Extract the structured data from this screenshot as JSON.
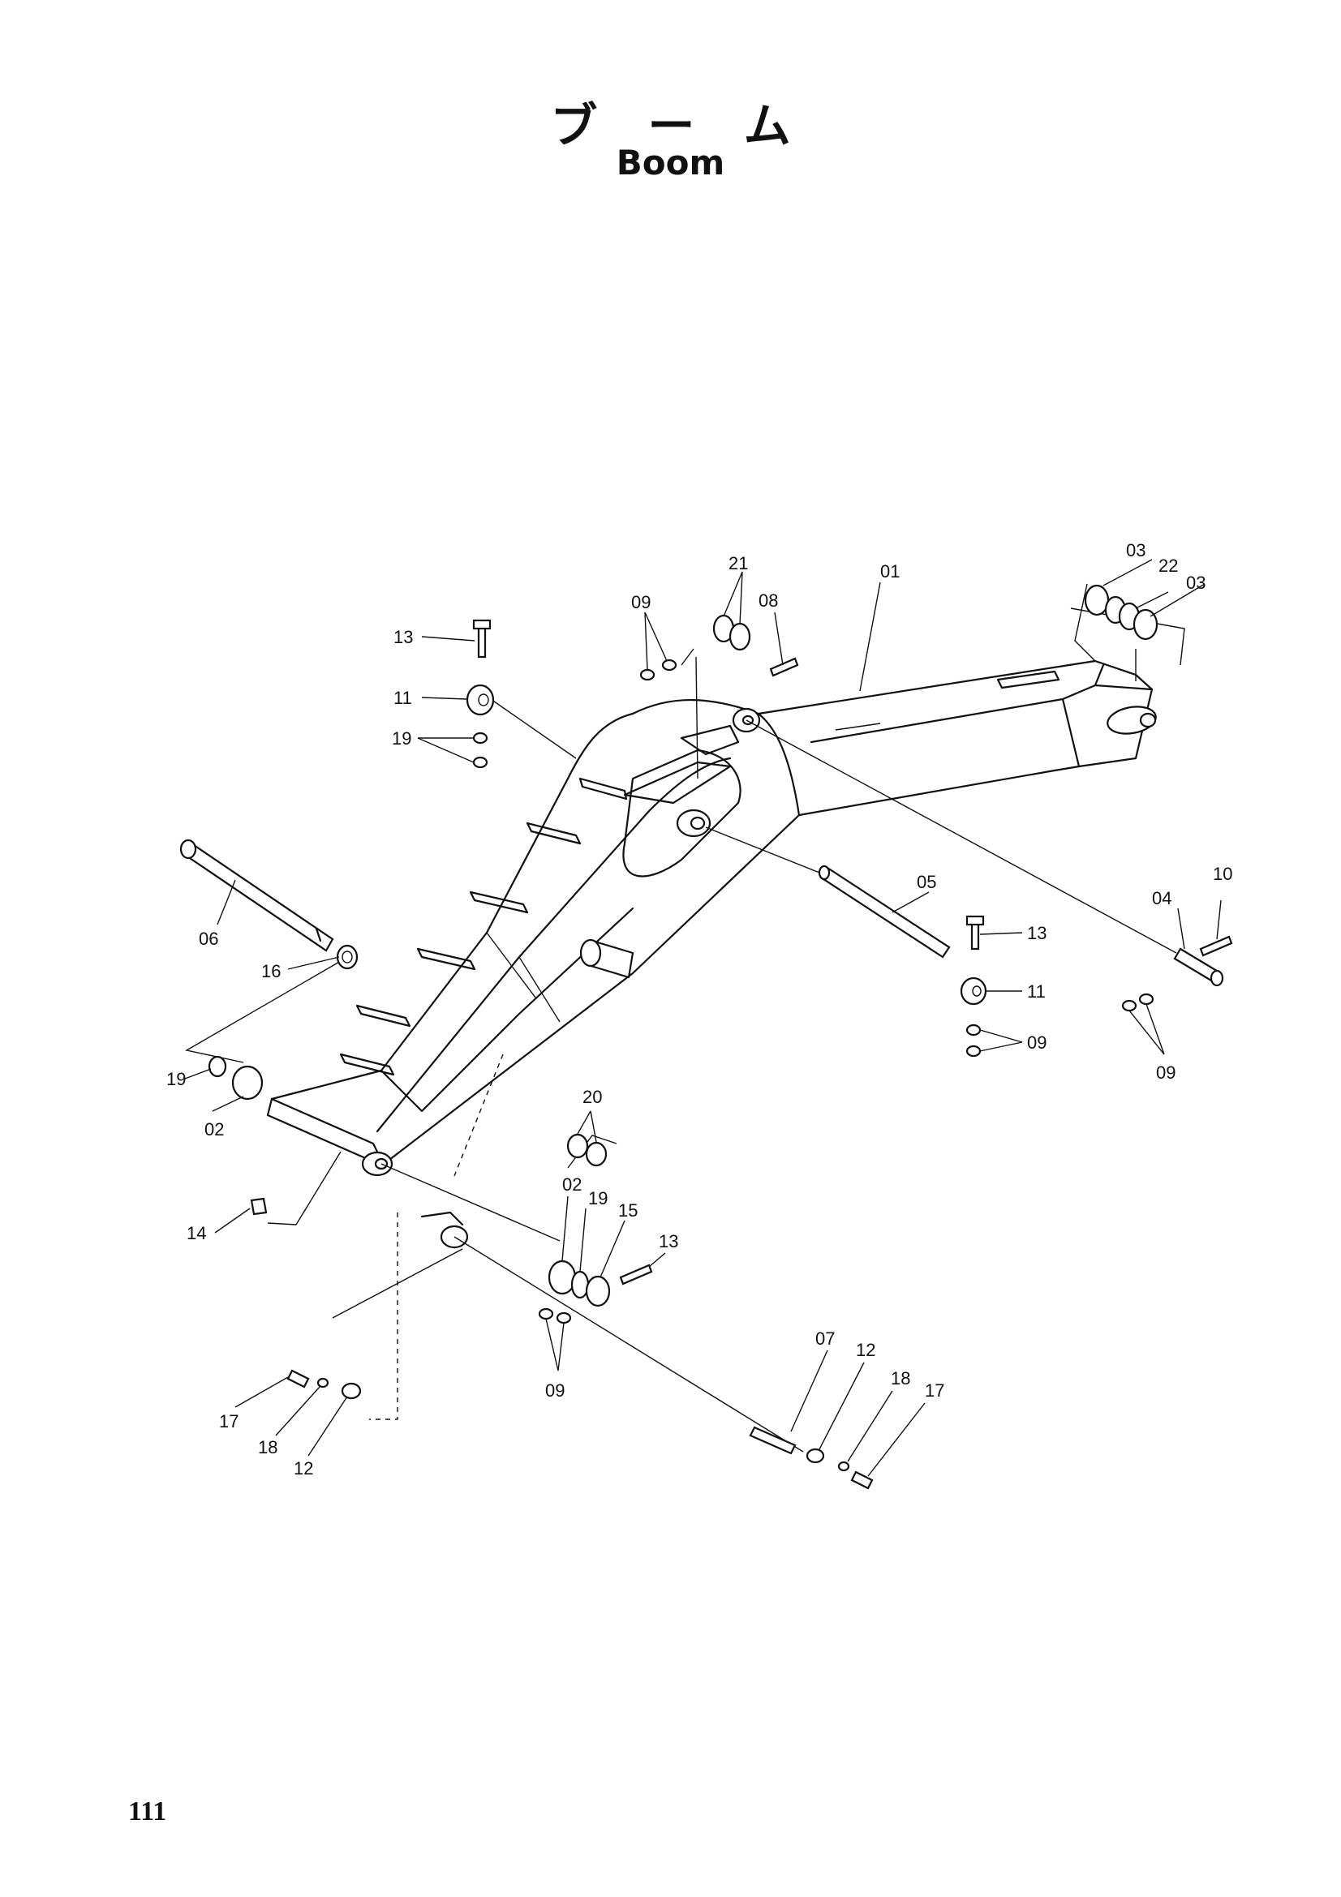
{
  "title": {
    "japanese": "ブーム",
    "english": "Boom"
  },
  "page_number": "111",
  "callouts": [
    {
      "id": "c-01a",
      "text": "01"
    },
    {
      "id": "c-03a",
      "text": "03"
    },
    {
      "id": "c-22",
      "text": "22"
    },
    {
      "id": "c-03b",
      "text": "03"
    },
    {
      "id": "c-21",
      "text": "21"
    },
    {
      "id": "c-09a",
      "text": "09"
    },
    {
      "id": "c-08",
      "text": "08"
    },
    {
      "id": "c-13a",
      "text": "13"
    },
    {
      "id": "c-11a",
      "text": "11"
    },
    {
      "id": "c-19a",
      "text": "19"
    },
    {
      "id": "c-06",
      "text": "06"
    },
    {
      "id": "c-16",
      "text": "16"
    },
    {
      "id": "c-05",
      "text": "05"
    },
    {
      "id": "c-10",
      "text": "10"
    },
    {
      "id": "c-04",
      "text": "04"
    },
    {
      "id": "c-13b",
      "text": "13"
    },
    {
      "id": "c-11b",
      "text": "11"
    },
    {
      "id": "c-09b",
      "text": "09"
    },
    {
      "id": "c-09c",
      "text": "09"
    },
    {
      "id": "c-19b",
      "text": "19"
    },
    {
      "id": "c-02a",
      "text": "02"
    },
    {
      "id": "c-20",
      "text": "20"
    },
    {
      "id": "c-02b",
      "text": "02"
    },
    {
      "id": "c-19c",
      "text": "19"
    },
    {
      "id": "c-15",
      "text": "15"
    },
    {
      "id": "c-13c",
      "text": "13"
    },
    {
      "id": "c-14",
      "text": "14"
    },
    {
      "id": "c-09d",
      "text": "09"
    },
    {
      "id": "c-07",
      "text": "07"
    },
    {
      "id": "c-12a",
      "text": "12"
    },
    {
      "id": "c-18a",
      "text": "18"
    },
    {
      "id": "c-17a",
      "text": "17"
    },
    {
      "id": "c-17b",
      "text": "17"
    },
    {
      "id": "c-18b",
      "text": "18"
    },
    {
      "id": "c-12b",
      "text": "12"
    }
  ]
}
